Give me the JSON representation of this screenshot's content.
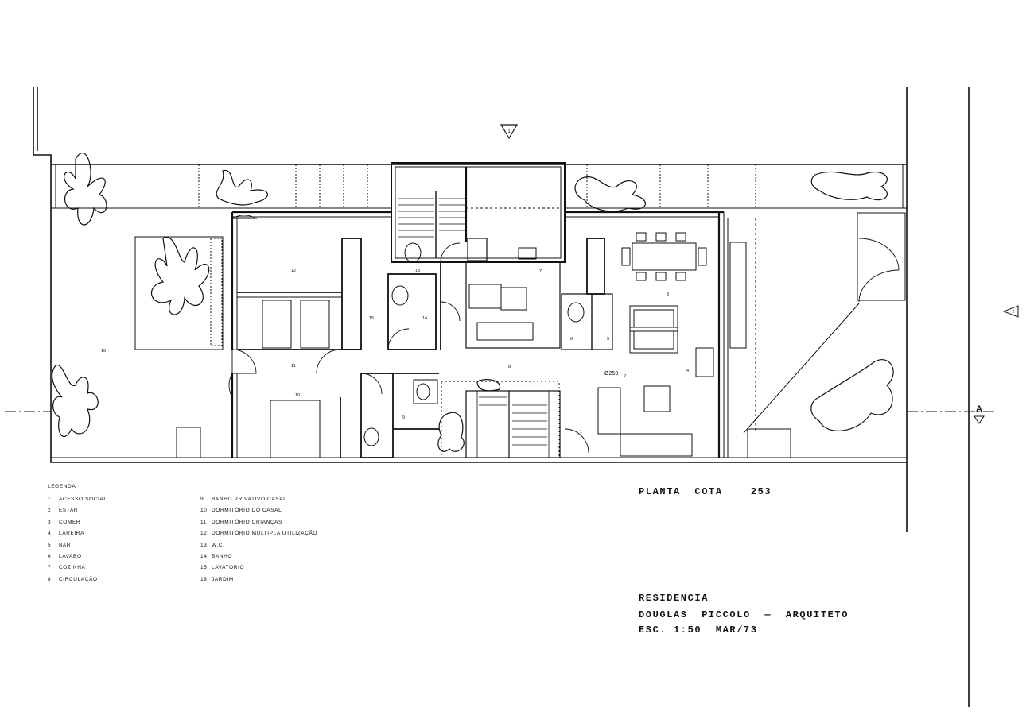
{
  "drawing": {
    "plan_title": "PLANTA  COTA    253",
    "title_lines": [
      "RESIDENCIA",
      "DOUGLAS  PICCOLO  —  ARQUITETO",
      "ESC. 1:50  MAR/73"
    ],
    "section_marker": "A",
    "north_marker": "1",
    "level_mark": "Ø253",
    "east_marker": "2"
  },
  "legend": {
    "heading": "LEGENDA",
    "items": [
      {
        "num": "1",
        "label": "ACESSO  SOCIAL"
      },
      {
        "num": "2",
        "label": "ESTAR"
      },
      {
        "num": "3",
        "label": "COMER"
      },
      {
        "num": "4",
        "label": "LAREIRA"
      },
      {
        "num": "5",
        "label": "BAR"
      },
      {
        "num": "6",
        "label": "LAVABO"
      },
      {
        "num": "7",
        "label": "COZINHA"
      },
      {
        "num": "8",
        "label": "CIRCULAÇÃO"
      },
      {
        "num": "9",
        "label": "BANHO  PRIVATIVO  CASAL"
      },
      {
        "num": "10",
        "label": "DORMITÓRIO  DO  CASAL"
      },
      {
        "num": "11",
        "label": "DORMITÓRIO  CRIANÇAS"
      },
      {
        "num": "12",
        "label": "DORMITÓRIO  MULTIPLA  UTILIZAÇÃO"
      },
      {
        "num": "13",
        "label": "W.C."
      },
      {
        "num": "14",
        "label": "BANHO"
      },
      {
        "num": "15",
        "label": "LAVATÓRIO"
      },
      {
        "num": "16",
        "label": "JARDIM"
      }
    ]
  },
  "room_labels": {
    "r1": "1",
    "r2": "2",
    "r3": "3",
    "r4": "4",
    "r5": "5",
    "r6": "6",
    "r7": "7",
    "r8": "8",
    "r9": "9",
    "r10": "10",
    "r11": "11",
    "r12": "12",
    "r13": "13",
    "r14": "14",
    "r15": "15",
    "r16": "16"
  },
  "colors": {
    "ink": "#111111",
    "paper": "#ffffff"
  }
}
